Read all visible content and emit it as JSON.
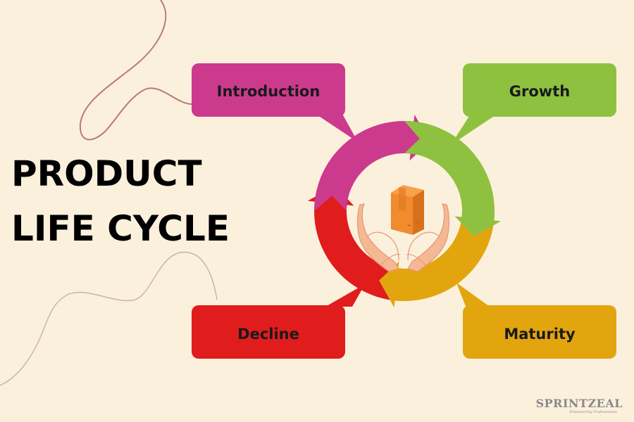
{
  "title": {
    "line1": "PRODUCT",
    "line2": "LIFE CYCLE"
  },
  "stages": [
    {
      "key": "introduction",
      "label": "Introduction",
      "color": "#cc3a8e",
      "text_color": "#1a1a1a"
    },
    {
      "key": "growth",
      "label": "Growth",
      "color": "#8ec13f",
      "text_color": "#1a1a1a"
    },
    {
      "key": "maturity",
      "label": "Maturity",
      "color": "#e2a50e",
      "text_color": "#1a1a1a"
    },
    {
      "key": "decline",
      "label": "Decline",
      "color": "#e01c1c",
      "text_color": "#1a1a1a"
    }
  ],
  "center_icon": "hands-holding-box-icon",
  "logo": {
    "name": "SPRINTZEAL",
    "tagline": "Empowering Professionals",
    "color": "#8a8a8a"
  },
  "colors": {
    "background": "#fbf0dc",
    "decorative_line_top": "#b87878",
    "decorative_line_bottom": "#c9b6a6",
    "box": "#f28a2e",
    "box_dark": "#d8701c",
    "hands": "#f4b895"
  }
}
